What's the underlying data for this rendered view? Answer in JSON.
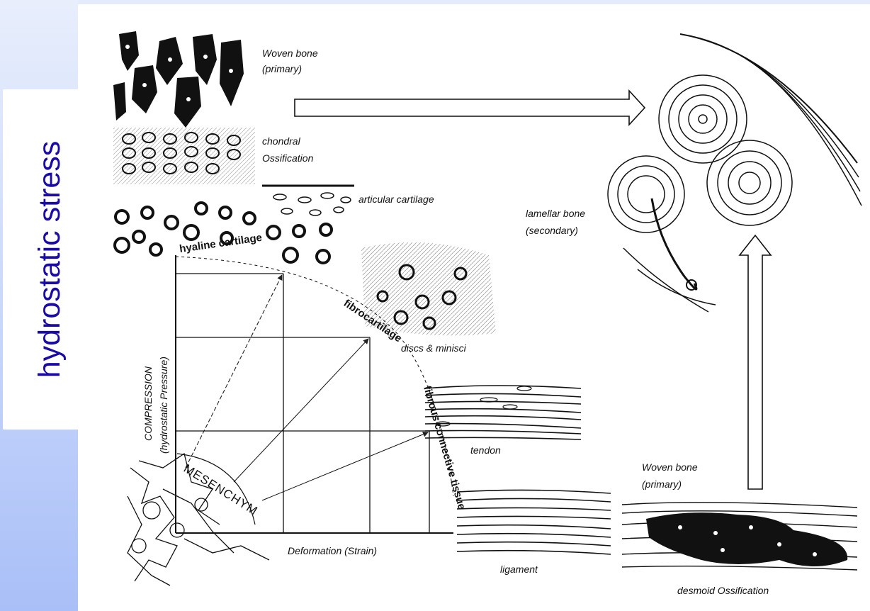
{
  "slide": {
    "title": "hydrostatic stress"
  },
  "labels": {
    "woven_bone_top": [
      "Woven bone",
      "(primary)"
    ],
    "chondral": [
      "chondral",
      "Ossification"
    ],
    "articular_cartilage": "articular  cartilage",
    "lamellar_bone": [
      "lamellar bone",
      "(secondary)"
    ],
    "hyaline_cartilage": "hyaline cartilage",
    "fibrocartilage": "fibrocartilage",
    "discs": "discs & minisci",
    "fibrous": "fibrous connective tissue",
    "tendon": "tendon",
    "compression_axis": [
      "COMPRESSION",
      "(hydrostatic Pressure)"
    ],
    "mesenchym": "MESENCHYM",
    "deformation_axis": "Deformation  (Strain)",
    "ligament": "ligament",
    "woven_bone_bottom": [
      "Woven bone",
      "(primary)"
    ],
    "desmoid": "desmoid  Ossification"
  }
}
